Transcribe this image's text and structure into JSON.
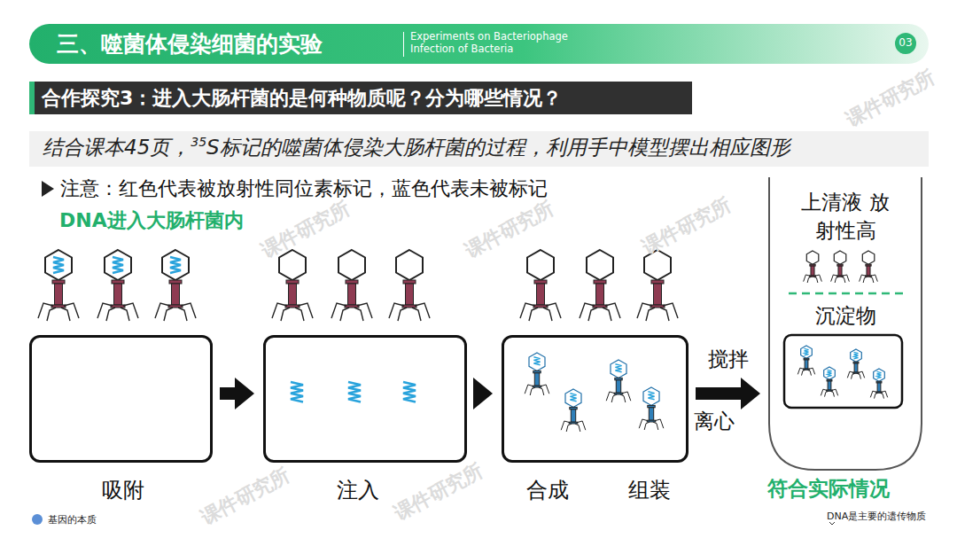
{
  "diagram": {
    "title": "三、噬菌体侵染细菌的实验",
    "nodes": [
      {
        "text": [
          "吸附"
        ]
      },
      {
        "text": [
          "注入"
        ]
      },
      {
        "text": [
          "合成",
          "组装"
        ]
      },
      {
        "text": [
          "上清液 放射性高",
          "沉淀物"
        ]
      }
    ],
    "edges": [
      {
        "from": 0,
        "to": 1,
        "arrow": "to"
      },
      {
        "from": 1,
        "to": 2,
        "arrow": "to"
      },
      {
        "from": 2,
        "to": 3,
        "arrow": "to",
        "label": "搅拌"
      }
    ],
    "labels": [
      "Experiments on Bacteriophage Infection of Bacteria",
      "03",
      "合作探究3：进入大肠杆菌的是何种物质呢？分为哪些情况？",
      "结合课本45页，",
      "35",
      "S标记的噬菌体侵染大肠杆菌的过程，利用手中模型摆出相应图形",
      "注意：红色代表被放射性同位素标记，蓝色代表未被标记",
      "DNA进入大肠杆菌内",
      "离心",
      "符合实际情况",
      "基因的本质",
      "DNA是主要的遗传物质",
      "课件研究所",
      "课件研究所",
      "课件研究所",
      "课件研究所",
      "课件研究所",
      "课件研究所"
    ]
  }
}
